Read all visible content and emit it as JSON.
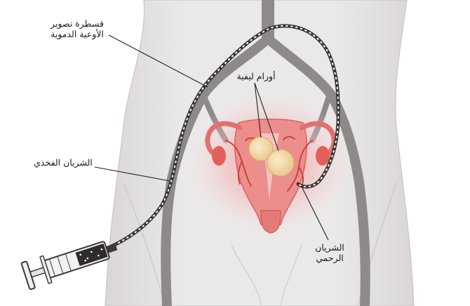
{
  "labels": {
    "catheter": {
      "line1": "قسطرة تصوير",
      "line2": "الأوعية الدموية"
    },
    "fibroids": "أورام ليفية",
    "femoral_artery": "الشريان الفخذي",
    "uterine_artery": {
      "line1": "الشريان",
      "line2": "الرحمي"
    }
  },
  "colors": {
    "background": "#ffffff",
    "body_skin": "#e6e3e2",
    "body_outline": "#c9c5c4",
    "artery_gray": "#8e8a8a",
    "uterus_glow": "#f3b3b3",
    "uterus_tissue": "#e8807f",
    "uterus_dark": "#c9423f",
    "fibroid_fill": "#f4dcaa",
    "catheter": "#3b3737",
    "catheter_dots": "#ffffff",
    "leader_line": "#222222"
  },
  "icons": {
    "syringe": "syringe-icon"
  }
}
